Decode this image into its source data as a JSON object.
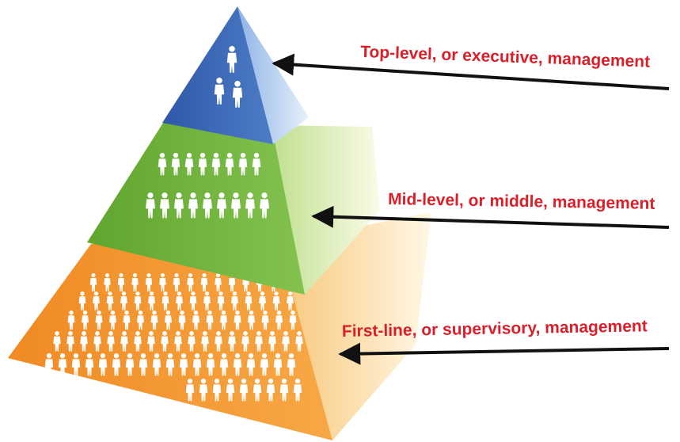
{
  "colors": {
    "label": "#d9202a",
    "arrow": "#111111",
    "top_tier": "#3f6ab8",
    "middle_tier": "#7ab845",
    "bottom_tier": "#f0962f",
    "figure": "#ffffff"
  },
  "tiers": [
    {
      "id": "top",
      "label": "Top-level, or executive, management",
      "people_icon": "person-icon"
    },
    {
      "id": "middle",
      "label": "Mid-level, or middle, management",
      "people_icon": "person-icon"
    },
    {
      "id": "bottom",
      "label": "First-line, or supervisory, management",
      "people_icon": "person-icon"
    }
  ]
}
